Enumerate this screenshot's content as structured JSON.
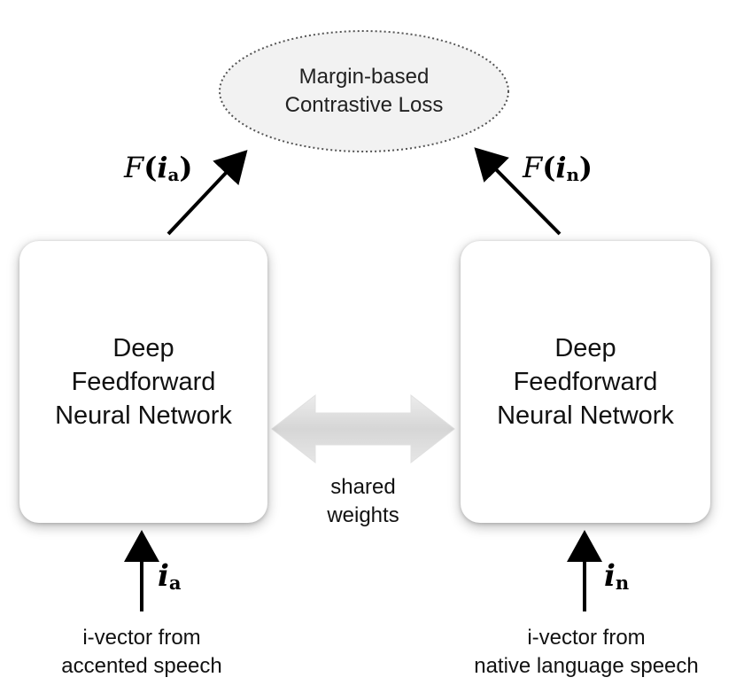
{
  "loss": {
    "line1": "Margin-based",
    "line2": "Contrastive Loss"
  },
  "left_output": {
    "script": "F",
    "open": "(",
    "var": "i",
    "sub": "a",
    "close": ")"
  },
  "right_output": {
    "script": "F",
    "open": "(",
    "var": "i",
    "sub": "n",
    "close": ")"
  },
  "left_network": {
    "line1": "Deep",
    "line2": "Feedforward",
    "line3": "Neural Network"
  },
  "right_network": {
    "line1": "Deep",
    "line2": "Feedforward",
    "line3": "Neural Network"
  },
  "shared": {
    "line1": "shared",
    "line2": "weights"
  },
  "left_input": {
    "var": "i",
    "sub": "a"
  },
  "right_input": {
    "var": "i",
    "sub": "n"
  },
  "left_caption": {
    "line1": "i-vector from",
    "line2": "accented speech"
  },
  "right_caption": {
    "line1": "i-vector from",
    "line2": "native language speech"
  },
  "colors": {
    "arrow": "#000000",
    "loss_border": "#666666",
    "loss_fill": "#f2f2f2",
    "shared_arrow": "#d9d9d9"
  }
}
